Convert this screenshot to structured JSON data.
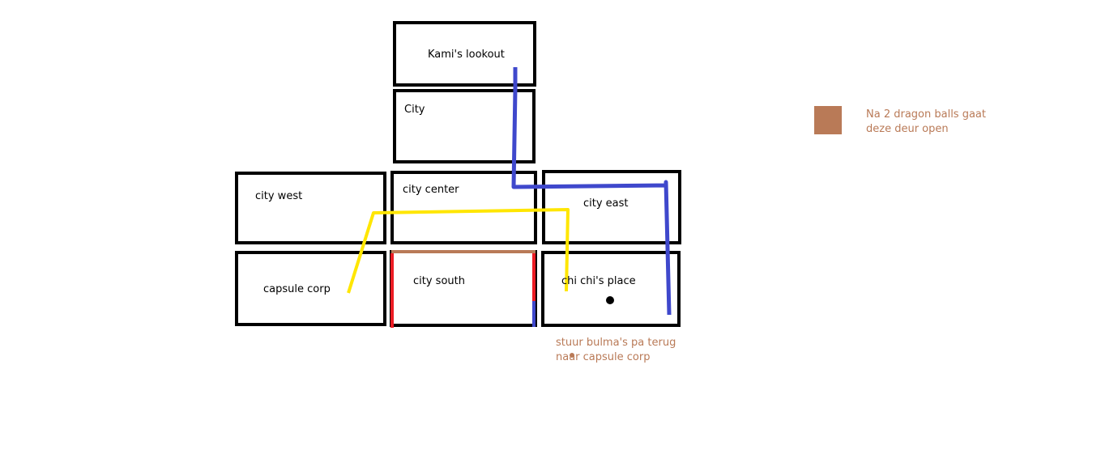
{
  "rooms": {
    "kamis_lookout": "Kami's lookout",
    "city": "City",
    "city_west": "city west",
    "city_center": "city center",
    "city_east": "city east",
    "capsule_corp": "capsule corp",
    "city_south": "city south",
    "chi_chis_place": "chi chi's place"
  },
  "legend": {
    "door_note_line1": "Na 2 dragon balls gaat",
    "door_note_line2": "deze deur open",
    "door_color": "#b97a57"
  },
  "annotations": {
    "quest_line1": "stuur bulma's pa terug",
    "quest_line2": "naar capsule corp"
  },
  "colors": {
    "blue_path": "#3f48cc",
    "yellow_path": "#ffe600",
    "red_wall": "#ed1c24",
    "door": "#b97a57",
    "note_text": "#b97a57"
  }
}
